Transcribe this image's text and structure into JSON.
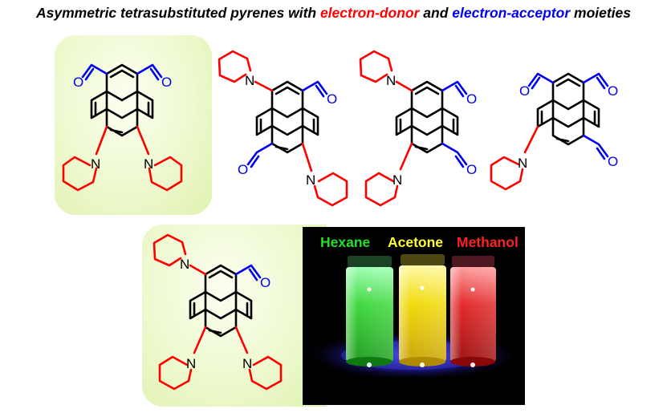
{
  "title": {
    "prefix": "Asymmetric tetrasubstituted pyrenes with ",
    "donor": "electron-donor",
    "middle": " and ",
    "acceptor": "electron-acceptor",
    "suffix": " moieties"
  },
  "atoms": {
    "nitrogen": "N",
    "oxygen": "O"
  },
  "solvents": [
    {
      "label": "Hexane",
      "color": "#22e02a"
    },
    {
      "label": "Acetone",
      "color": "#ffff2a"
    },
    {
      "label": "Methanol",
      "color": "#ff2020"
    }
  ],
  "colors": {
    "donor": "#ff0000",
    "acceptor": "#0000ee",
    "skeleton": "#000000",
    "highlight": "#e8f7c2"
  }
}
